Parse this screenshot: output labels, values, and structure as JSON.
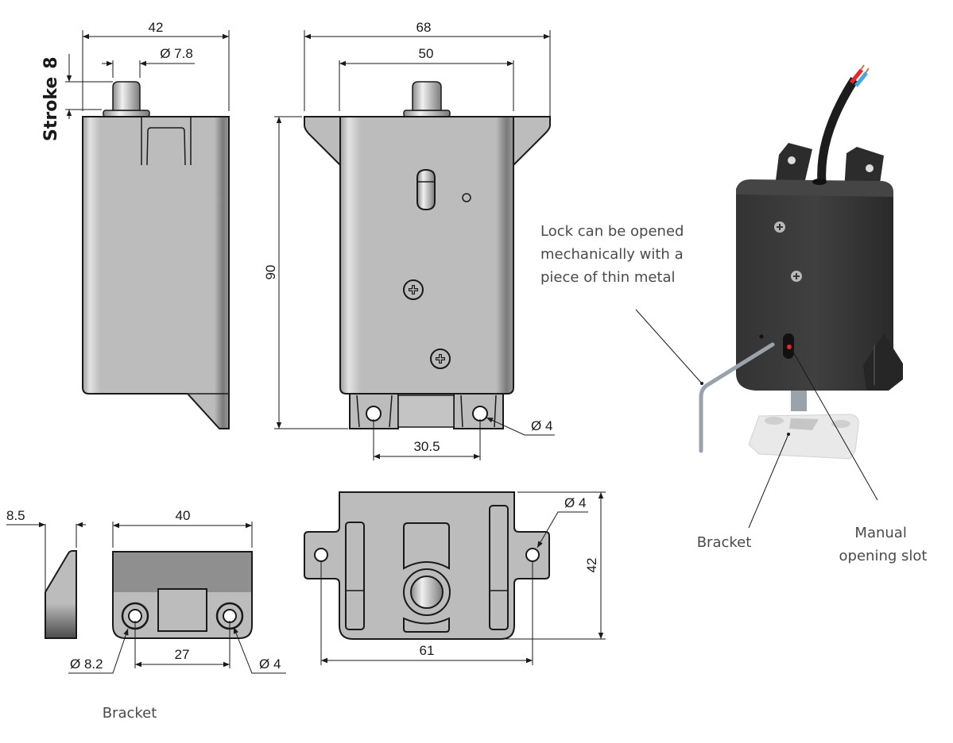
{
  "figure": {
    "side_view": {
      "width_label": "42",
      "plunger_diameter_label": "Ø 7.8",
      "stroke_label": "Stroke",
      "stroke_value": "8"
    },
    "front_view": {
      "overall_width_label": "68",
      "body_width_label": "50",
      "height_label": "90",
      "hole_spacing_label": "30.5",
      "hole_diameter_label": "Ø 4"
    },
    "bracket_views": {
      "thickness_label": "8.5",
      "width_label": "40",
      "hole_spacing_label": "27",
      "counterbore_label": "Ø 8.2",
      "hole_label": "Ø 4",
      "caption": "Bracket"
    },
    "bottom_view": {
      "hole_diameter_label": "Ø 4",
      "depth_label": "42",
      "hole_spacing_label": "61"
    },
    "product_render": {
      "note_lines": [
        "Lock can be opened",
        "mechanically with a",
        "piece of thin metal"
      ],
      "bracket_label": "Bracket",
      "slot_label_lines": [
        "Manual",
        "opening slot"
      ],
      "colors": {
        "housing": "#3c3c3c",
        "wire_red": "#e8262b",
        "wire_blue": "#4aa8e0",
        "bracket": "#e9e9e9",
        "tool": "#9aa3aa"
      }
    }
  }
}
